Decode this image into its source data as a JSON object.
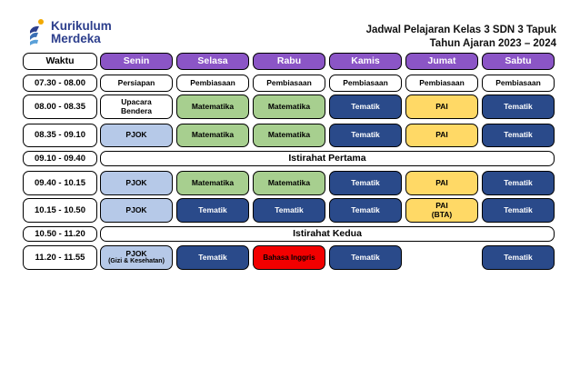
{
  "logo": {
    "line1": "Kurikulum",
    "line2": "Merdeka"
  },
  "title": {
    "line1": "Jadwal Pelajaran Kelas 3 SDN 3 Tapuk",
    "line2": "Tahun Ajaran 2023 – 2024"
  },
  "headers": [
    "Waktu",
    "Senin",
    "Selasa",
    "Rabu",
    "Kamis",
    "Jumat",
    "Sabtu"
  ],
  "rows": [
    {
      "time": "07.30 - 08.00",
      "cells": [
        "Persiapan",
        "Pembiasaan",
        "Pembiasaan",
        "Pembiasaan",
        "Pembiasaan",
        "Pembiasaan"
      ]
    },
    {
      "time": "08.00 - 08.35",
      "cells": [
        [
          "Upacara",
          "Bendera"
        ],
        "Matematika",
        "Matematika",
        "Tematik",
        "PAI",
        "Tematik"
      ]
    },
    {
      "time": "08.35 - 09.10",
      "cells": [
        "PJOK",
        "Matematika",
        "Matematika",
        "Tematik",
        "PAI",
        "Tematik"
      ]
    },
    {
      "time": "09.10 - 09.40",
      "break": "Istirahat Pertama"
    },
    {
      "time": "09.40 - 10.15",
      "cells": [
        "PJOK",
        "Matematika",
        "Matematika",
        "Tematik",
        "PAI",
        "Tematik"
      ]
    },
    {
      "time": "10.15 - 10.50",
      "cells": [
        "PJOK",
        "Tematik",
        "Tematik",
        "Tematik",
        [
          "PAI",
          "(BTA)"
        ],
        "Tematik"
      ]
    },
    {
      "time": "10.50 - 11.20",
      "break": "Istirahat Kedua"
    },
    {
      "time": "11.20 - 11.55",
      "cells": [
        [
          "PJOK",
          "(Gizi & Kesehatan)"
        ],
        "Tematik",
        "Bahasa Inggris",
        "Tematik",
        null,
        "Tematik"
      ]
    }
  ],
  "colors": {
    "header": "#8b55c6",
    "tematik": "#2a4a8a",
    "matematika": "#a7cf8f",
    "pai": "#ffd966",
    "pjok": "#b6c9e8",
    "bahasa_inggris": "#f20000",
    "logo_text": "#2c3e8c"
  }
}
